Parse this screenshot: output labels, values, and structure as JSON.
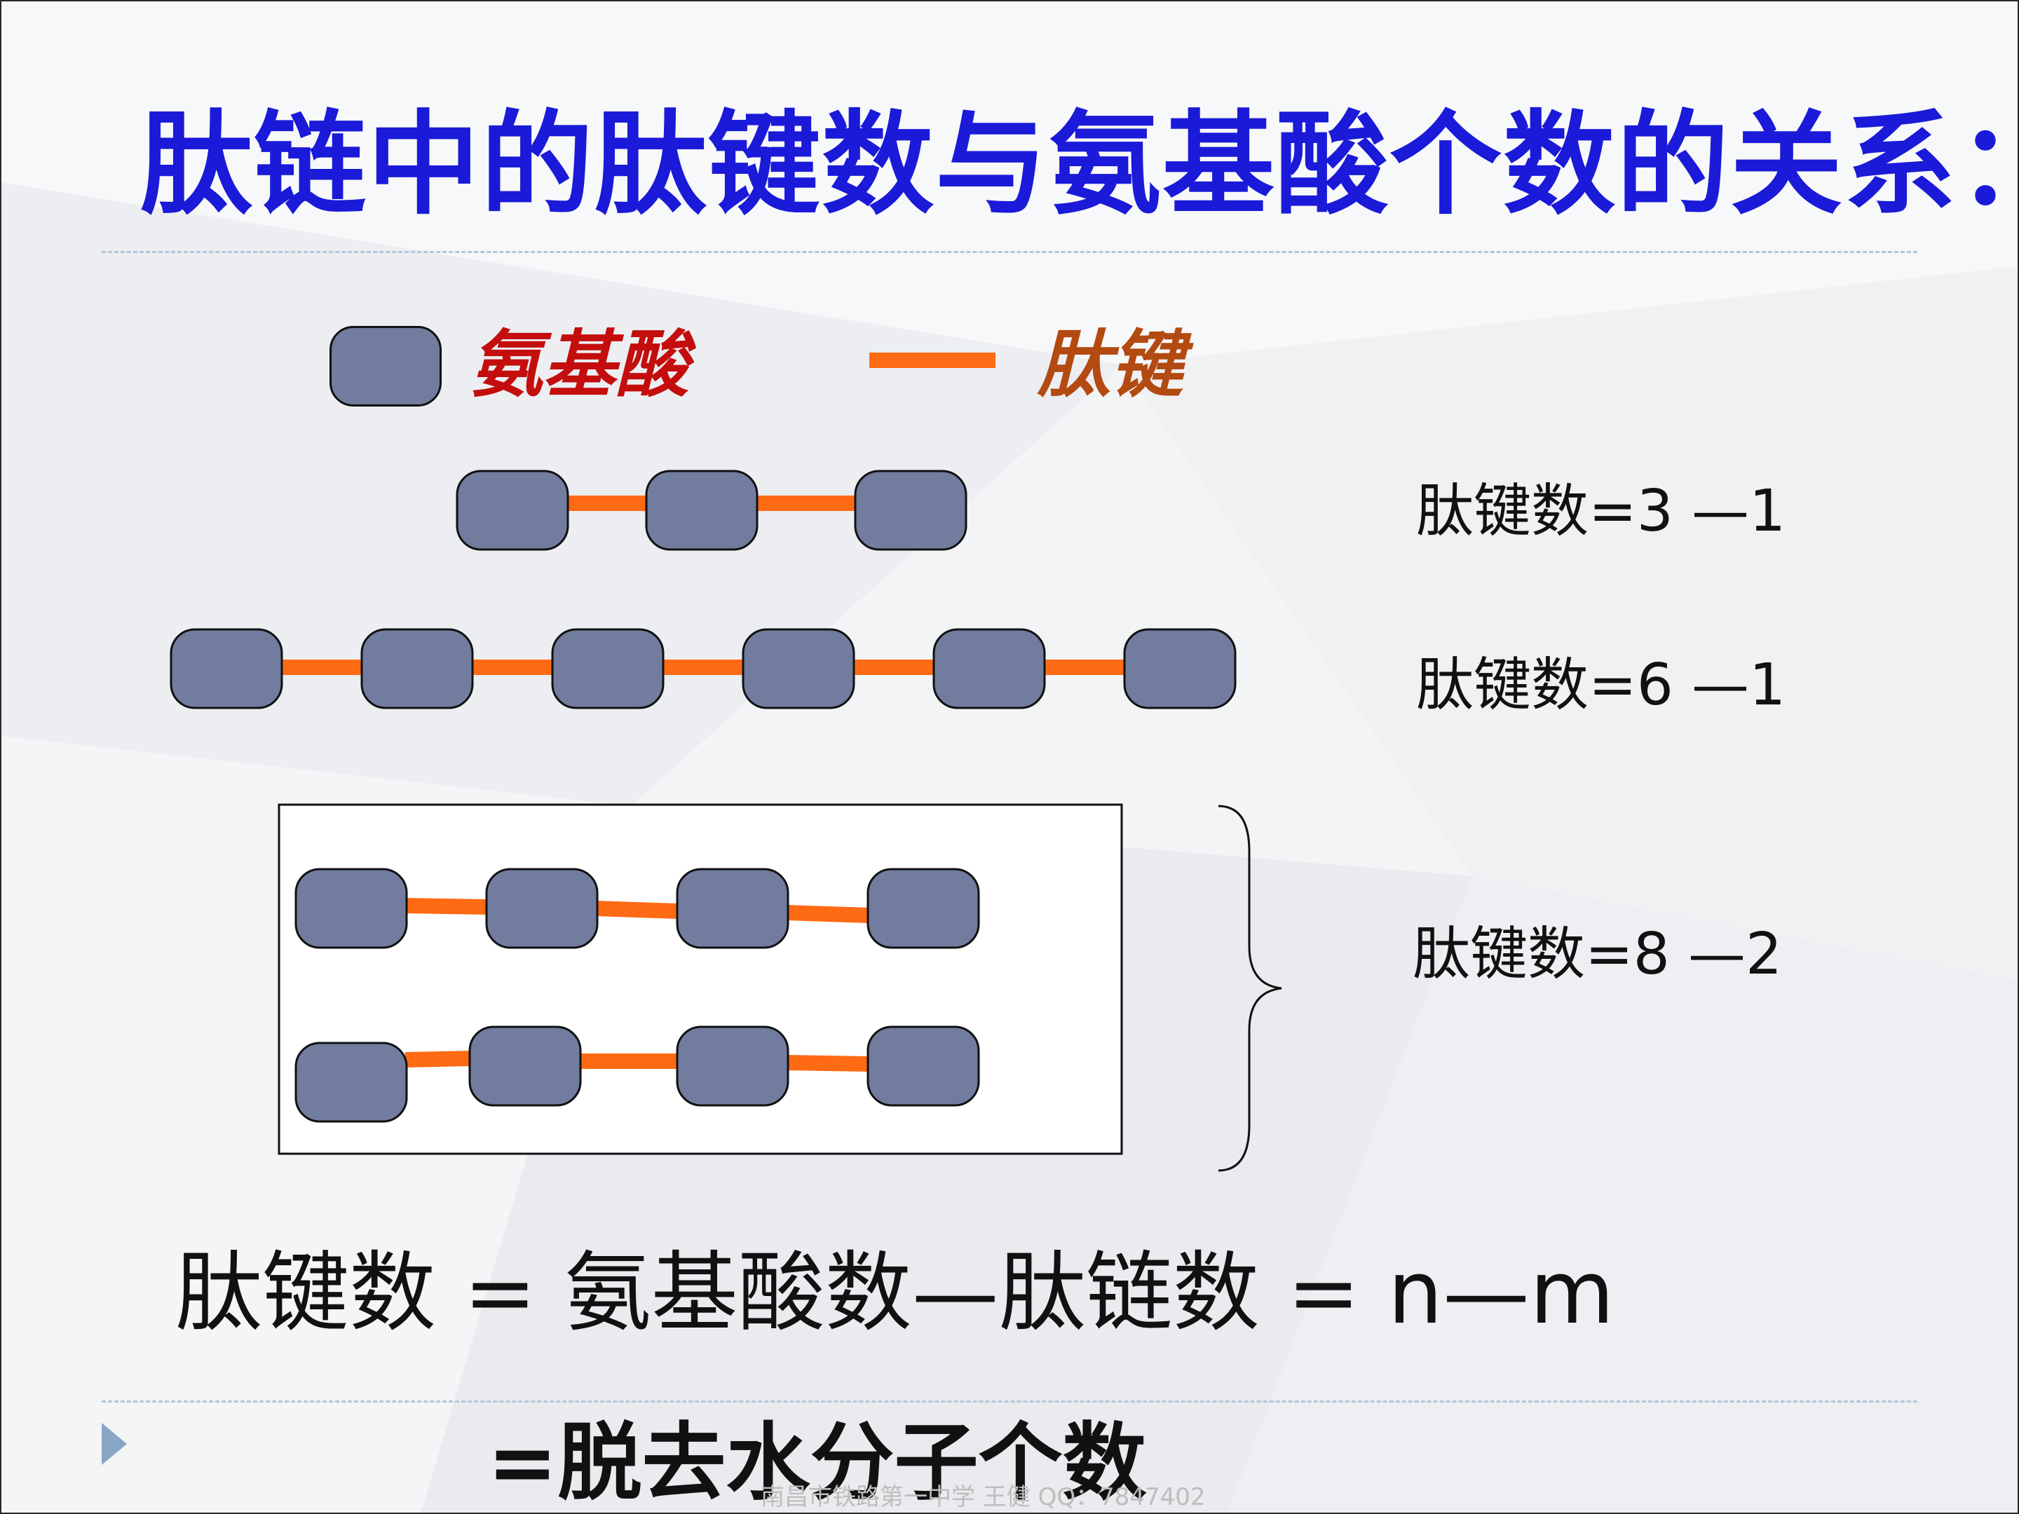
{
  "title": "肽链中的肽键数与氨基酸个数的关系：",
  "legend": {
    "amino_acid": "氨基酸",
    "peptide_bond": "肽键"
  },
  "colors": {
    "amino_acid": "#717c9e",
    "bond": "#ff6a14",
    "title": "#1a1ad8"
  },
  "chains": {
    "chain1": {
      "amino_acids": 3,
      "label": "肽键数=3  —1"
    },
    "chain2": {
      "amino_acids": 6,
      "label": "肽键数=6  —1"
    },
    "group": {
      "chains": [
        {
          "amino_acids": 4
        },
        {
          "amino_acids": 4
        }
      ],
      "label": "肽键数=8  —2"
    }
  },
  "formula": {
    "line1": "肽键数 = 氨基酸数—肽链数 = n—m",
    "line2": "=脱去水分子个数"
  },
  "watermark": "南昌市铁路第一中学 王健 QQ：7847402"
}
